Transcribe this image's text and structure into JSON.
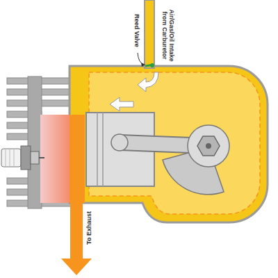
{
  "diagram": {
    "labels": [
      "Reed Valve",
      "Air/Gas/Oil Intake from Carburetor",
      "To Exhaust"
    ]
  }
}
